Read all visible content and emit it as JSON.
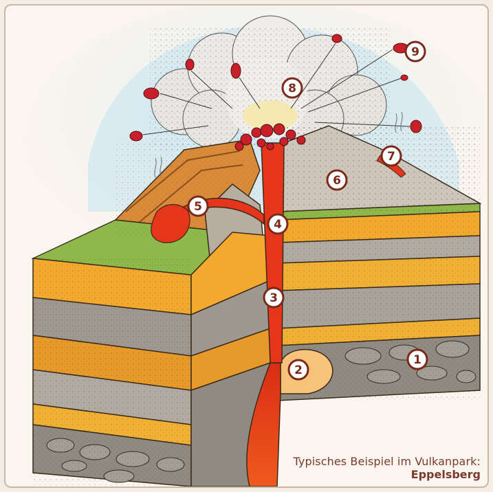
{
  "markers": [
    {
      "label": "1"
    },
    {
      "label": "2"
    },
    {
      "label": "3"
    },
    {
      "label": "4"
    },
    {
      "label": "5"
    },
    {
      "label": "6"
    },
    {
      "label": "7"
    },
    {
      "label": "8"
    },
    {
      "label": "9"
    }
  ],
  "caption": {
    "line1": "Typisches Beispiel im Vulkanpark:",
    "line2": "Eppelsberg"
  },
  "colors": {
    "magma": "#e5361b",
    "sand": "#efb136",
    "gray": "#a8a39b",
    "sky": "#bfe2f1",
    "grass": "#8fb84a",
    "marker_ring": "#7a2a1a"
  }
}
